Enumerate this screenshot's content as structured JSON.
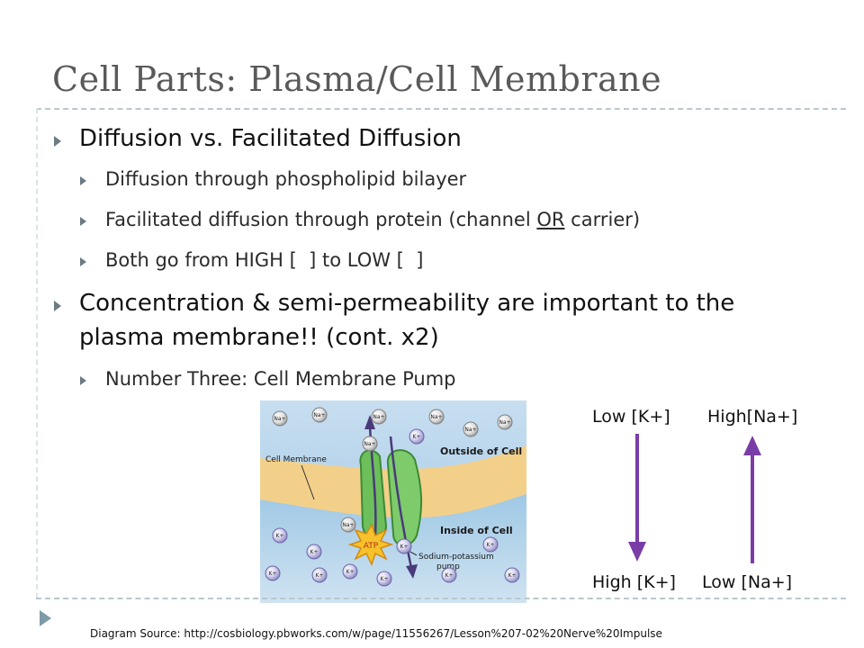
{
  "slide": {
    "title": "Cell Parts: Plasma/Cell Membrane",
    "bullets": [
      {
        "level": 1,
        "text": "Diffusion vs. Facilitated Diffusion"
      },
      {
        "level": 2,
        "text": "Diffusion through phospholipid bilayer"
      },
      {
        "level": 2,
        "text_before": "Facilitated diffusion through protein (channel ",
        "underline": "OR",
        "text_after": " carrier)"
      },
      {
        "level": 2,
        "text": "Both go from HIGH [  ] to LOW [  ]"
      },
      {
        "level": 1,
        "line1": "Concentration & semi-permeability are important to the",
        "line2": "plasma membrane!! (cont. x2)"
      },
      {
        "level": 2,
        "text": "Number Three: Cell Membrane Pump"
      }
    ],
    "source": "Diagram Source: http://cosbiology.pbworks.com/w/page/11556267/Lesson%207-02%20Nerve%20Impulse"
  },
  "diagram": {
    "outside_label": "Outside of Cell",
    "inside_label": "Inside of Cell",
    "membrane_label": "Cell Membrane",
    "atp_label": "ATP",
    "pump_label_1": "Sodium-potassium",
    "pump_label_2": "pump",
    "na_ion": "Na+",
    "k_ion": "K+"
  },
  "gradients": {
    "k_top": "Low [K+]",
    "na_top": "High[Na+]",
    "k_bottom": "High [K+]",
    "na_bottom": "Low [Na+]",
    "arrow_color": "#7a3da8"
  },
  "colors": {
    "title": "#5a5a5a",
    "rule": "#b9c7d0",
    "bullet": "#6b7b84",
    "footer_marker": "#7d9aa8"
  }
}
